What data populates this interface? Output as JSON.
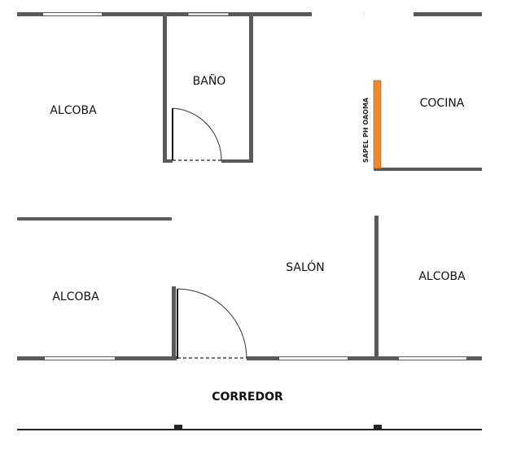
{
  "rooms": {
    "bedroom_top_left": "ALCOBA",
    "bathroom": "BAÑO",
    "kitchen": "COCINA",
    "living_room": "SALÓN",
    "bedroom_right": "ALCOBA",
    "bedroom_bottom_left": "ALCOBA",
    "corridor": "CORREDOR"
  },
  "kitchen_wall_note": "SAPEL PH OAOMA",
  "colors": {
    "wall": "#5a5a5a",
    "accent_wall": "#f0882a",
    "window": "#ffffff",
    "line": "#222222"
  }
}
